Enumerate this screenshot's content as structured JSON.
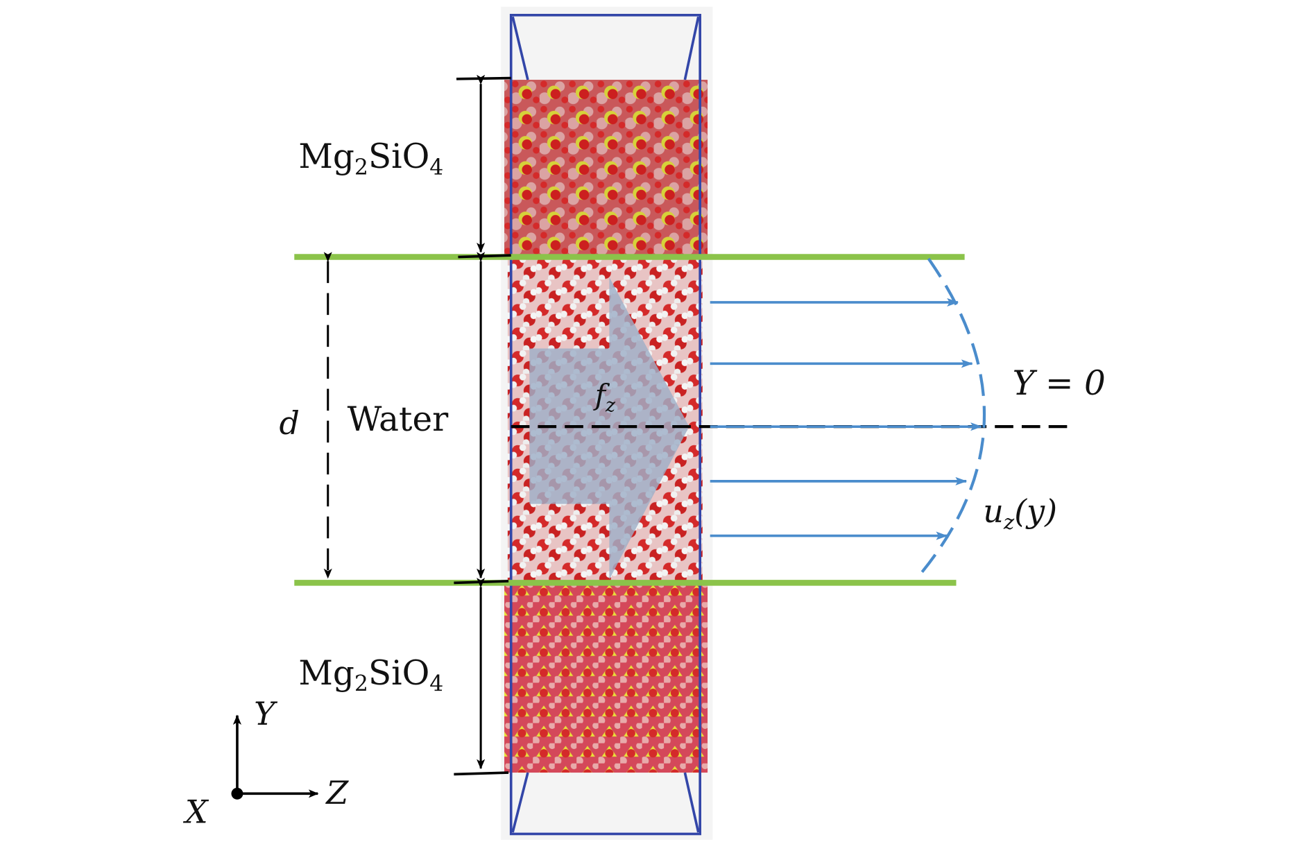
{
  "labels": {
    "top_layer": {
      "base": "Mg",
      "sub1": "2",
      "mid": "SiO",
      "sub2": "4"
    },
    "bottom_layer": {
      "base": "Mg",
      "sub1": "2",
      "mid": "SiO",
      "sub2": "4"
    },
    "water": "Water",
    "gap": "d",
    "force": {
      "base": "f",
      "sub": "z"
    },
    "centerline": "Y = 0",
    "velocity": {
      "base": "u",
      "sub": "z",
      "arg": "(y)"
    }
  },
  "axes": {
    "y": "Y",
    "z": "Z",
    "x": "X"
  },
  "colors": {
    "wall_line": "#8bc34a",
    "flow": "#4a8ccc",
    "box": "#3346a8",
    "oxygen": "#d42a2a",
    "silicon": "#e6e03a",
    "magnesium": "#dba3a3",
    "hydrogen": "#eeeeee",
    "force_arrow": "#9fb0c8"
  }
}
